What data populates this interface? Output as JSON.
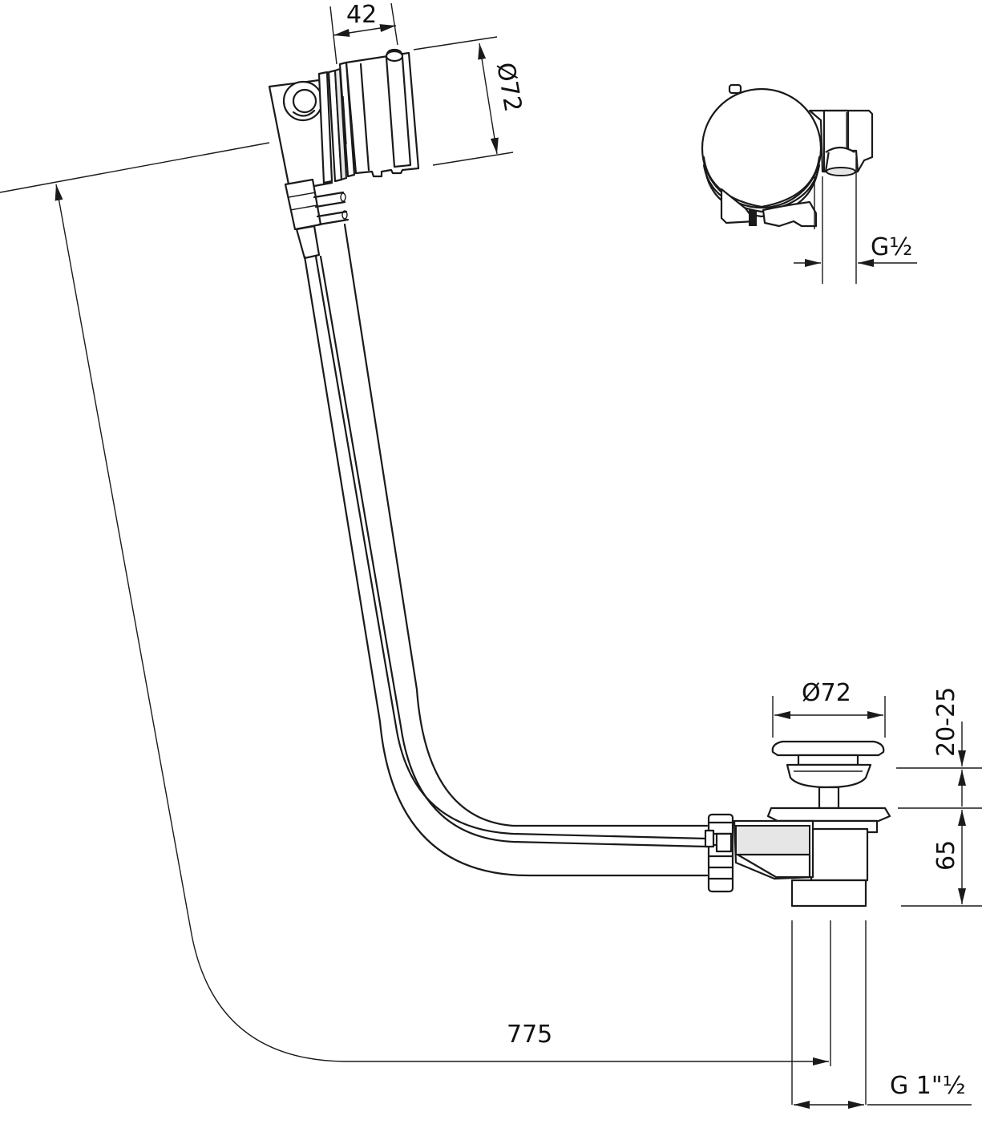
{
  "labels": {
    "overflow_depth": "42",
    "overflow_diameter": "Ø72",
    "supply_thread": "G½",
    "waste_diameter": "Ø72",
    "plug_lift": "20-25",
    "waste_height": "65",
    "length": "775",
    "drain_thread": "G 1\"½"
  },
  "colors": {
    "line": "#1a1a1a",
    "fill": "#ffffff",
    "shade": "#e6e6e6"
  }
}
